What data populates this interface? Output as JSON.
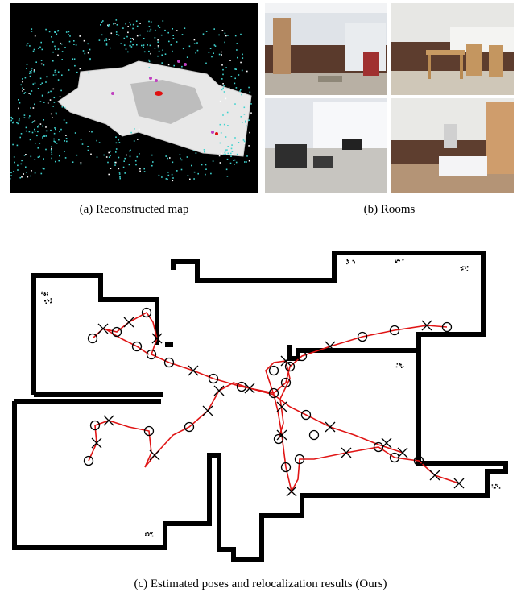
{
  "figure": {
    "captions": {
      "a": "(a) Reconstructed map",
      "b": "(b) Rooms",
      "c": "(c) Estimated poses and relocalization results (Ours)"
    }
  }
}
